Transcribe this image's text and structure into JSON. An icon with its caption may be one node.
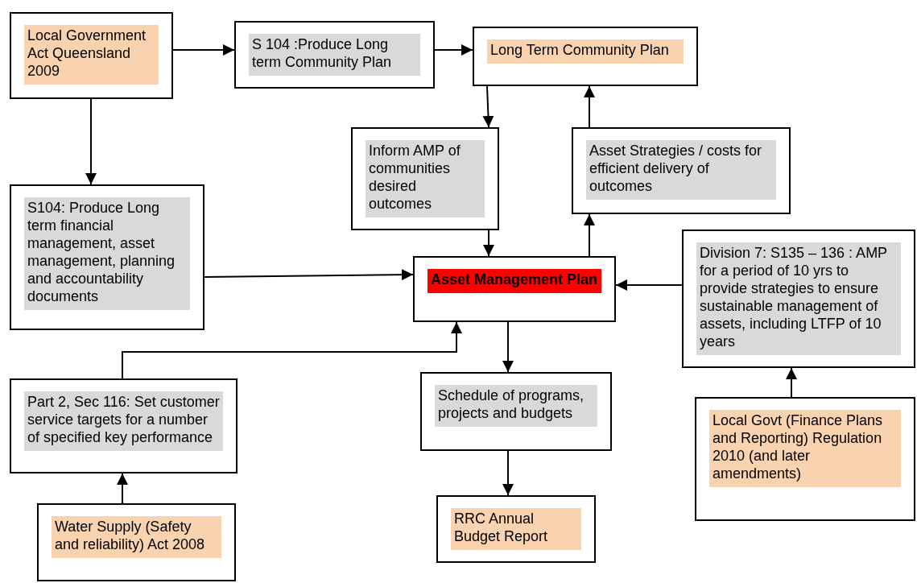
{
  "diagram": {
    "nodes": [
      {
        "text": [
          "Local Government Act Queensland 2009"
        ]
      },
      {
        "text": [
          "S 104 :Produce Long term Community Plan"
        ]
      },
      {
        "text": [
          "Long Term Community Plan"
        ]
      },
      {
        "text": [
          "Inform AMP of communities desired outcomes"
        ]
      },
      {
        "text": [
          "Asset Strategies / costs for efficient delivery of outcomes"
        ]
      },
      {
        "text": [
          "S104: Produce Long term financial management, asset management, planning and accountability documents"
        ]
      },
      {
        "text": [
          "Asset Management Plan"
        ]
      },
      {
        "text": [
          "Division 7: S135 – 136  : AMP for a period of 10 yrs to provide strategies to ensure sustainable management of assets, including LTFP of 10 years"
        ]
      },
      {
        "text": [
          "Part 2, Sec 116: Set customer service targets for a number of specified key performance"
        ]
      },
      {
        "text": [
          "Schedule of programs, projects and budgets"
        ]
      },
      {
        "text": [
          "Local Govt (Finance Plans and Reporting) Regulation 2010 (and later amendments)"
        ]
      },
      {
        "text": [
          "Water Supply (Safety and reliability) Act 2008"
        ]
      },
      {
        "text": [
          "RRC Annual Budget Report"
        ]
      }
    ],
    "edges": [
      {
        "from": 0,
        "to": 1,
        "arrow": "to"
      },
      {
        "from": 1,
        "to": 2,
        "arrow": "to"
      },
      {
        "from": 0,
        "to": 5,
        "arrow": "to"
      },
      {
        "from": 2,
        "to": 3,
        "arrow": "to"
      },
      {
        "from": 3,
        "to": 6,
        "arrow": "to"
      },
      {
        "from": 6,
        "to": 4,
        "arrow": "to"
      },
      {
        "from": 4,
        "to": 2,
        "arrow": "to"
      },
      {
        "from": 5,
        "to": 6,
        "arrow": "to"
      },
      {
        "from": 7,
        "to": 6,
        "arrow": "to"
      },
      {
        "from": 8,
        "to": 6,
        "arrow": "to"
      },
      {
        "from": 6,
        "to": 9,
        "arrow": "to"
      },
      {
        "from": 9,
        "to": 12,
        "arrow": "to"
      },
      {
        "from": 10,
        "to": 7,
        "arrow": "to"
      },
      {
        "from": 11,
        "to": 8,
        "arrow": "to"
      }
    ]
  }
}
